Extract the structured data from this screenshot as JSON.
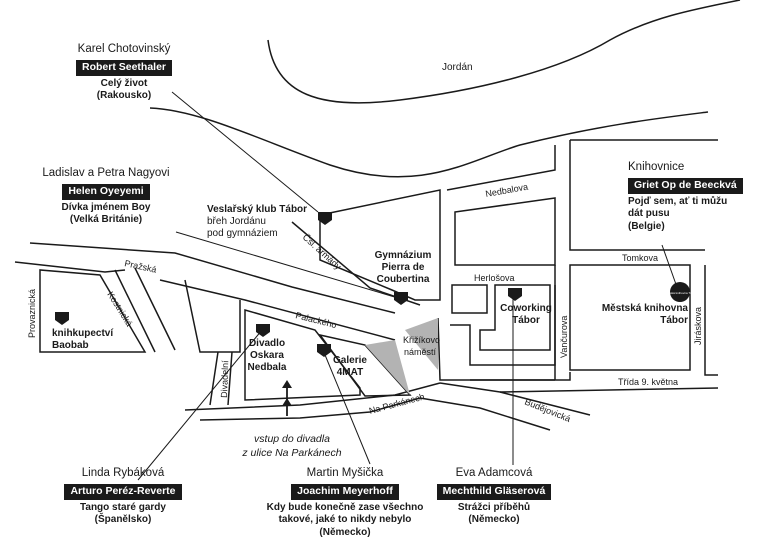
{
  "river": "Jordán",
  "streets": {
    "ceskoslovenske_armady": "Čsl. armády",
    "nedbalova": "Nedbalova",
    "herlosova": "Herlošova",
    "tomkova": "Tomkova",
    "prazska": "Pražská",
    "palackeho": "Palackého",
    "provaznicka": "Provaznická",
    "kostnicka": "Kostnická",
    "divadelni": "Divadelní",
    "na_parkanech": "Na Parkánech",
    "budejovicka": "Budějovická",
    "vancurova": "Vančurova",
    "jiraskova": "Jiráskova",
    "trida": "Třída 9. května",
    "krizikovo_1": "Křižíkovo",
    "krizikovo_2": "náměstí"
  },
  "places": {
    "veslarsky_1": "Veslařský klub Tábor",
    "veslarsky_2": "břeh Jordánu",
    "veslarsky_3": "pod gymnáziem",
    "gymnazium_1": "Gymnázium",
    "gymnazium_2": "Pierra de",
    "gymnazium_3": "Coubertina",
    "coworking_1": "Coworking",
    "coworking_2": "Tábor",
    "knihovna_1": "Městská knihovna",
    "knihovna_2": "Tábor",
    "knihovna_logo": "Městská knihovna Tábor",
    "baobab_1": "knihkupectví",
    "baobab_2": "Baobab",
    "divadlo_1": "Divadlo",
    "divadlo_2": "Oskara",
    "divadlo_3": "Nedbala",
    "galerie_1": "Galerie",
    "galerie_2": "4MAT"
  },
  "entry_note": {
    "line1": "vstup do divadla",
    "line2": "z ulice Na Parkánech"
  },
  "labels": {
    "chotovinsky": {
      "name": "Karel Chotovinský",
      "author": "Robert Seethaler",
      "title": "Celý život",
      "country": "(Rakousko)"
    },
    "nagyovi": {
      "name": "Ladislav a Petra Nagyovi",
      "author": "Helen Oyeyemi",
      "title1": "Dívka jménem Boy",
      "country": "(Velká Británie)"
    },
    "knihovnice": {
      "name": "Knihovnice",
      "author": "Griet Op de Beeckvá",
      "title1": "Pojď sem, ať ti můžu",
      "title2": "dát pusu",
      "country": "(Belgie)"
    },
    "rybakova": {
      "name": "Linda Rybáková",
      "author": "Arturo Peréz-Reverte",
      "title1": "Tango staré gardy",
      "country": "(Španělsko)"
    },
    "mysicka": {
      "name": "Martin Myšička",
      "author": "Joachim Meyerhoff",
      "title1": "Kdy bude konečně zase všechno",
      "title2": "takové, jaké to nikdy nebylo",
      "country": "(Německo)"
    },
    "adamcova": {
      "name": "Eva Adamcová",
      "author": "Mechthild Gläserová",
      "title1": "Strážci příběhů",
      "country": "(Německo)"
    }
  },
  "colors": {
    "ink": "#1a1a1a",
    "square": "#b3b3b3",
    "paper": "#ffffff"
  }
}
